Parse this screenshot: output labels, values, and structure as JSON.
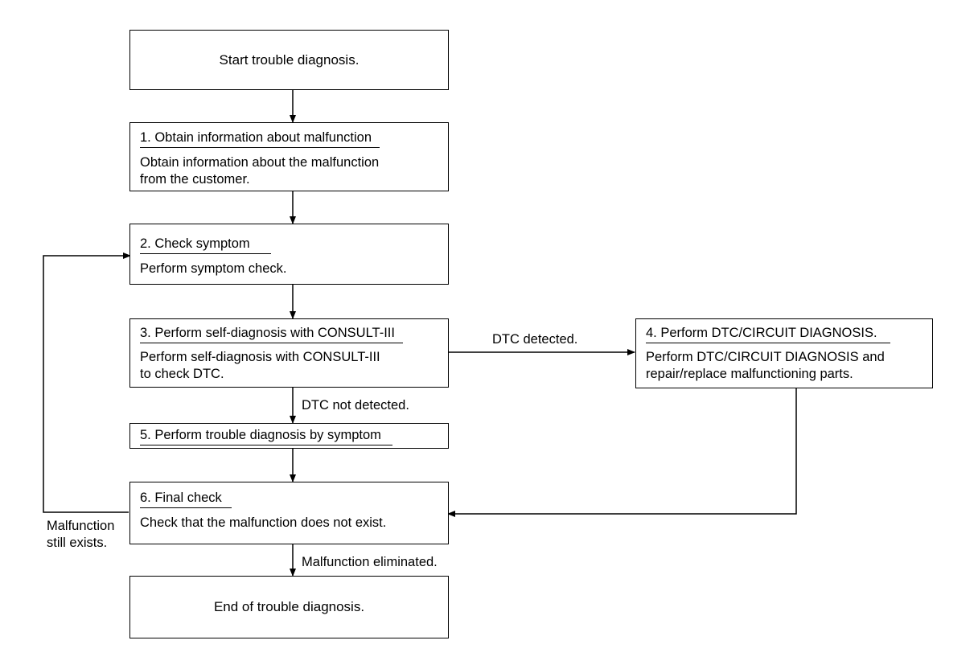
{
  "start": {
    "text": "Start trouble diagnosis."
  },
  "steps": [
    {
      "title": "1. Obtain information about malfunction",
      "lines": [
        "Obtain information about the malfunction",
        "from the customer."
      ]
    },
    {
      "title": "2. Check symptom",
      "lines": [
        "Perform symptom check."
      ]
    },
    {
      "title": "3. Perform self-diagnosis with CONSULT-III",
      "lines": [
        "Perform self-diagnosis with CONSULT-III",
        "to check DTC."
      ]
    },
    {
      "title": "4. Perform DTC/CIRCUIT DIAGNOSIS.",
      "lines": [
        "Perform DTC/CIRCUIT DIAGNOSIS and",
        "repair/replace malfunctioning parts."
      ]
    },
    {
      "title": "5. Perform trouble diagnosis by symptom",
      "lines": []
    },
    {
      "title": "6. Final check",
      "lines": [
        "Check that the malfunction does not exist."
      ]
    }
  ],
  "end": {
    "text": "End of trouble diagnosis."
  },
  "labels": {
    "dtc_detected": "DTC detected.",
    "dtc_not_detected": "DTC not detected.",
    "malfunction_line1": "Malfunction",
    "malfunction_line2": "still exists.",
    "eliminated": "Malfunction eliminated."
  }
}
